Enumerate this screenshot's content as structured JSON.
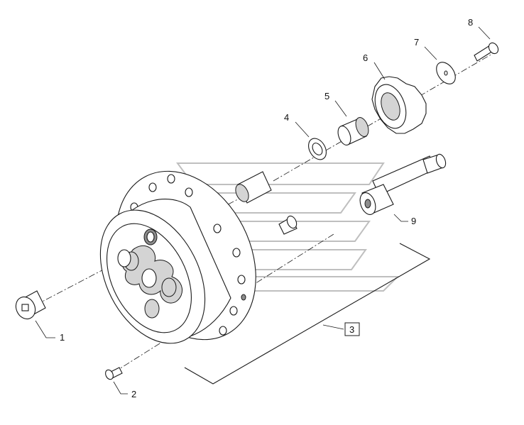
{
  "callouts": [
    {
      "id": "1",
      "label": "1"
    },
    {
      "id": "2",
      "label": "2"
    },
    {
      "id": "3",
      "label": "3"
    },
    {
      "id": "4",
      "label": "4"
    },
    {
      "id": "5",
      "label": "5"
    },
    {
      "id": "6",
      "label": "6"
    },
    {
      "id": "7",
      "label": "7"
    },
    {
      "id": "8",
      "label": "8"
    },
    {
      "id": "9",
      "label": "9"
    }
  ],
  "colors": {
    "line": "#1a1a1a",
    "shade": "#d4d4d4",
    "watermark": "#bfbfbf",
    "background": "#ffffff"
  }
}
